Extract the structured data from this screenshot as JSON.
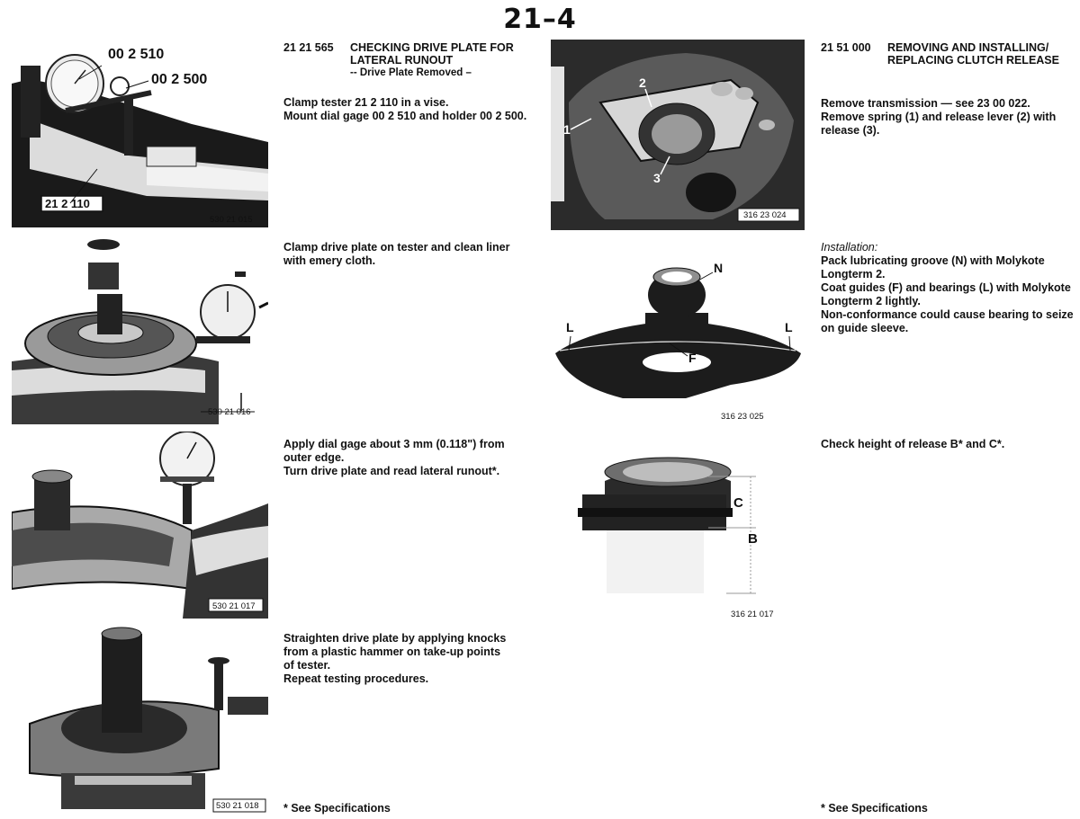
{
  "page": {
    "number": "21–4"
  },
  "left": {
    "section": {
      "code": "21 21 565",
      "title_line1": "CHECKING DRIVE PLATE FOR",
      "title_line2": "LATERAL RUNOUT",
      "subtitle": "-- Drive Plate Removed –"
    },
    "figures": [
      {
        "code": "530 21 015",
        "labels": [
          "00 2 510",
          "00 2 500",
          "21 2 110"
        ]
      },
      {
        "code": "530 21 016"
      },
      {
        "code": "530 21 017"
      },
      {
        "code": "530 21 018"
      }
    ],
    "steps": [
      {
        "lines": [
          "Clamp tester 21 2 110 in a vise.",
          "Mount dial gage 00 2 510 and holder 00 2 500."
        ]
      },
      {
        "lines": [
          "Clamp drive plate on tester and clean liner",
          "with emery cloth."
        ]
      },
      {
        "lines": [
          "Apply dial gage about 3 mm (0.118\") from",
          "outer edge.",
          "Turn drive plate and read lateral runout*."
        ]
      },
      {
        "lines": [
          "Straighten drive plate by applying knocks",
          "from a plastic hammer on take-up points",
          "of tester.",
          "Repeat testing procedures."
        ]
      }
    ],
    "footnote": "* See Specifications"
  },
  "right": {
    "section": {
      "code": "21 51 000",
      "title_line1": "REMOVING AND INSTALLING/",
      "title_line2": "REPLACING CLUTCH RELEASE"
    },
    "figures": [
      {
        "code": "316 23 024",
        "labels": [
          "1",
          "2",
          "3"
        ]
      },
      {
        "code": "316 23 025",
        "labels": [
          "N",
          "L",
          "L",
          "F"
        ]
      },
      {
        "code": "316 21 017",
        "labels": [
          "C",
          "B"
        ]
      }
    ],
    "steps": [
      {
        "lines": [
          "Remove transmission — see 23 00 022.",
          "Remove spring (1) and release lever (2) with",
          "release (3)."
        ]
      },
      {
        "heading": "Installation:",
        "lines": [
          "Pack lubricating groove (N) with Molykote",
          "Longterm 2.",
          "Coat guides (F) and bearings (L) with Molykote",
          "Longterm 2 lightly.",
          "Non-conformance could cause bearing to seize",
          "on guide sleeve."
        ]
      },
      {
        "lines": [
          "Check height of release B* and C*."
        ]
      }
    ],
    "footnote": "* See Specifications"
  }
}
